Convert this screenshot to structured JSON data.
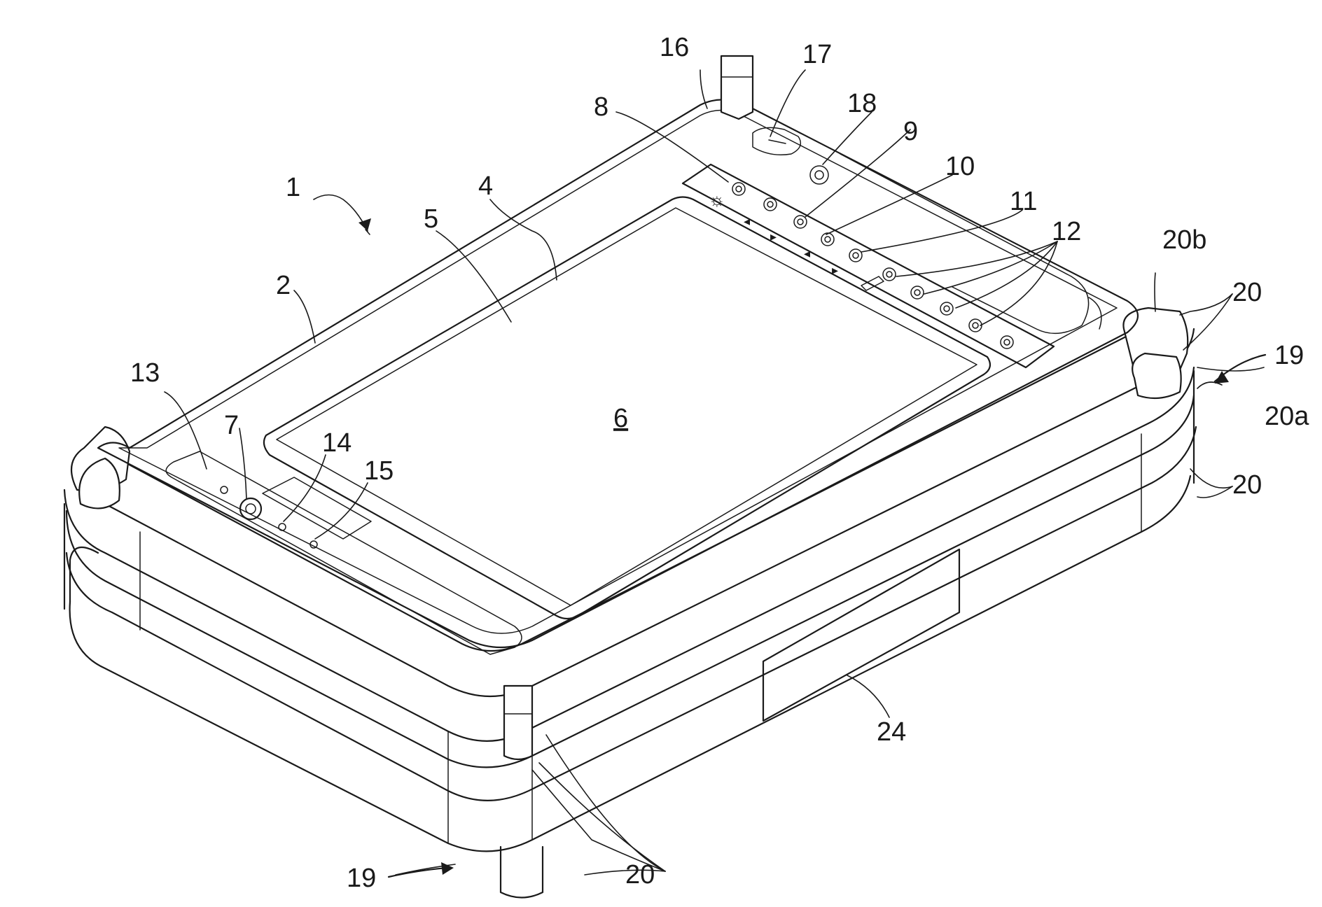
{
  "figure": {
    "reference_numerals": {
      "n1": "1",
      "n2": "2",
      "n4": "4",
      "n5": "5",
      "n6": "6",
      "n7": "7",
      "n8": "8",
      "n9": "9",
      "n10": "10",
      "n11": "11",
      "n12": "12",
      "n13": "13",
      "n14": "14",
      "n15": "15",
      "n16": "16",
      "n17": "17",
      "n18": "18",
      "n19_right": "19",
      "n19_bottom": "19",
      "n20_right_top": "20",
      "n20_right_mid": "20",
      "n20_bottom": "20",
      "n20a": "20a",
      "n20b": "20b",
      "n24": "24"
    },
    "keypad_symbols": {
      "sun": "☼",
      "tri_left_1": "◂",
      "tri_right_1": "▸",
      "tri_left_2": "◂",
      "tri_right_2": "▸"
    }
  }
}
